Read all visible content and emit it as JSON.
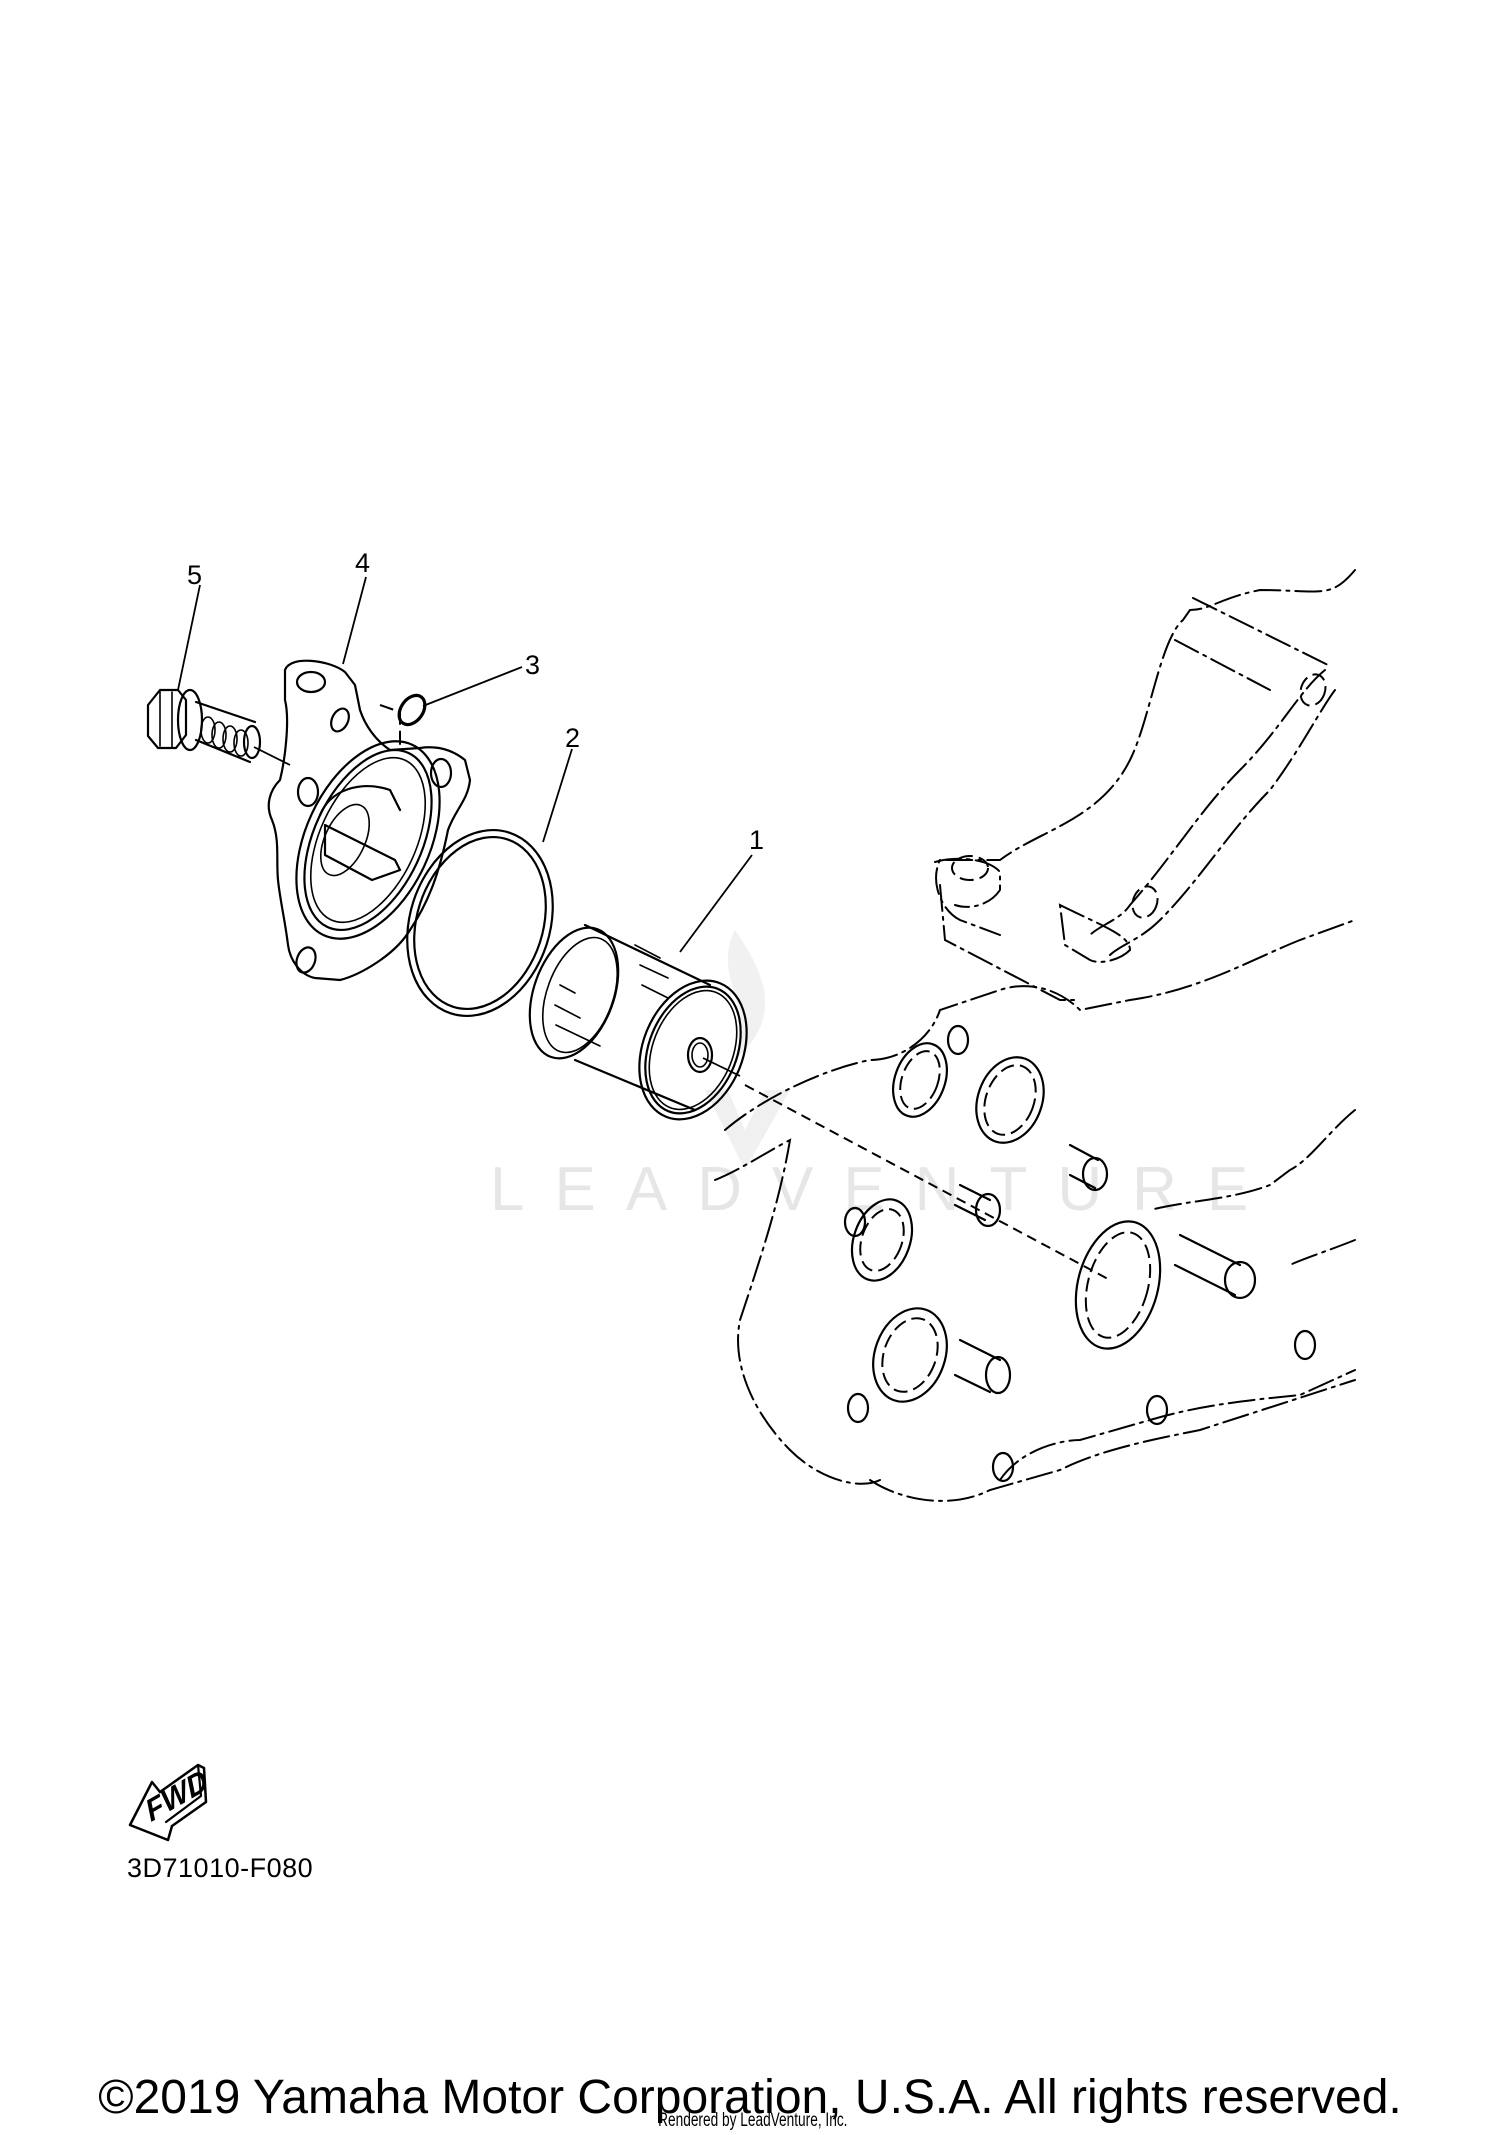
{
  "diagram": {
    "title_code": "3D71010-F080",
    "callouts": [
      {
        "id": 1,
        "label": "1",
        "part": "oil-filter-element"
      },
      {
        "id": 2,
        "label": "2",
        "part": "large-o-ring"
      },
      {
        "id": 3,
        "label": "3",
        "part": "small-o-ring"
      },
      {
        "id": 4,
        "label": "4",
        "part": "oil-filter-cover"
      },
      {
        "id": 5,
        "label": "5",
        "part": "flange-bolt"
      }
    ],
    "direction_marker": {
      "label": "FWD",
      "icon": "fwd-arrow-icon"
    },
    "watermark": "LEADVENTURE"
  },
  "footer": {
    "copyright": "©2019 Yamaha Motor Corporation, U.S.A. All rights reserved.",
    "rendered_by": "Rendered by LeadVenture, Inc."
  }
}
